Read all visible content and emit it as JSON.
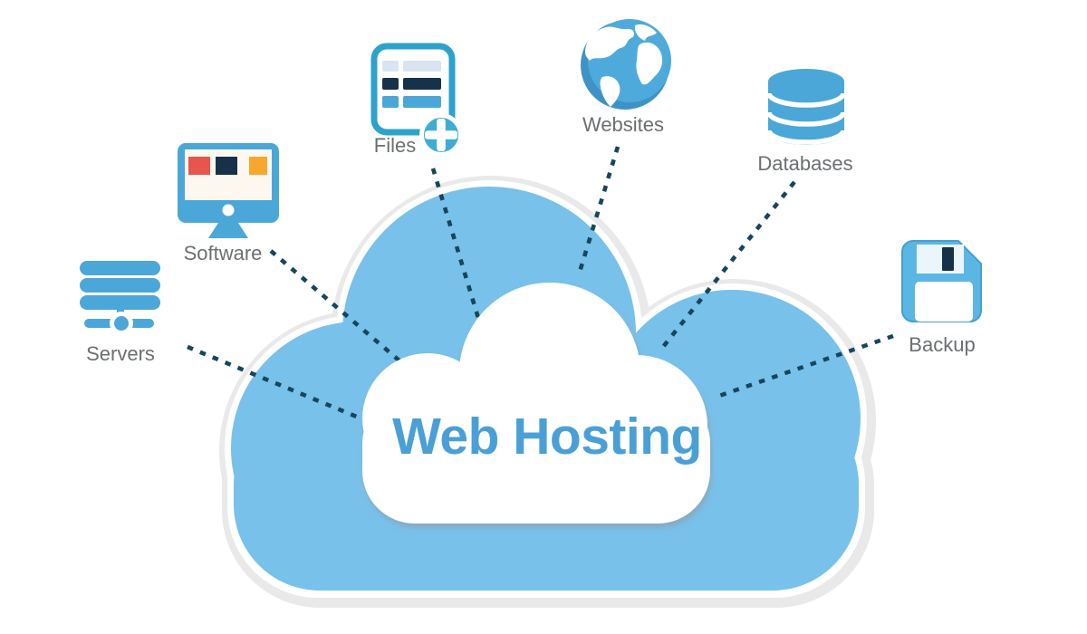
{
  "diagram": {
    "type": "hub-and-spoke",
    "title": "Web Hosting",
    "hub": {
      "label": "Web Hosting",
      "shape": "cloud"
    },
    "nodes": [
      {
        "id": "servers",
        "label": "Servers",
        "icon": "server-stack-icon",
        "position": "left"
      },
      {
        "id": "software",
        "label": "Software",
        "icon": "desktop-monitor-icon",
        "position": "upper-left"
      },
      {
        "id": "files",
        "label": "Files",
        "icon": "file-add-icon",
        "position": "top-left"
      },
      {
        "id": "websites",
        "label": "Websites",
        "icon": "globe-icon",
        "position": "top"
      },
      {
        "id": "databases",
        "label": "Databases",
        "icon": "database-icon",
        "position": "top-right"
      },
      {
        "id": "backup",
        "label": "Backup",
        "icon": "floppy-disk-icon",
        "position": "right"
      }
    ],
    "connections": [
      {
        "from": "servers",
        "to": "hub",
        "style": "dashed"
      },
      {
        "from": "software",
        "to": "hub",
        "style": "dashed"
      },
      {
        "from": "files",
        "to": "hub",
        "style": "dashed"
      },
      {
        "from": "websites",
        "to": "hub",
        "style": "dashed"
      },
      {
        "from": "databases",
        "to": "hub",
        "style": "dashed"
      },
      {
        "from": "backup",
        "to": "hub",
        "style": "dashed"
      }
    ],
    "colors": {
      "cloud_blue": "#78C1EB",
      "cloud_outline_gray": "#E9E9E9",
      "inner_cloud_white": "#FFFFFF",
      "dash_teal": "#17455C",
      "icon_blue": "#4BA7D7",
      "plus_blue": "#3FACD6",
      "files_teal": "#2DA2CB",
      "light_row_blue": "#D8E5F1",
      "navy": "#16324A",
      "red": "#E8554D",
      "orange": "#F7A72E",
      "monitor_screen": "#FCF8F0",
      "floppy_blue": "#5CB6E3",
      "floppy_label": "#EAF6FB",
      "globe_blue": "#4FAADC",
      "globe_shade": "#3E93C6",
      "label_gray": "#6B6F71",
      "title_blue": "#4AA0D6"
    }
  }
}
